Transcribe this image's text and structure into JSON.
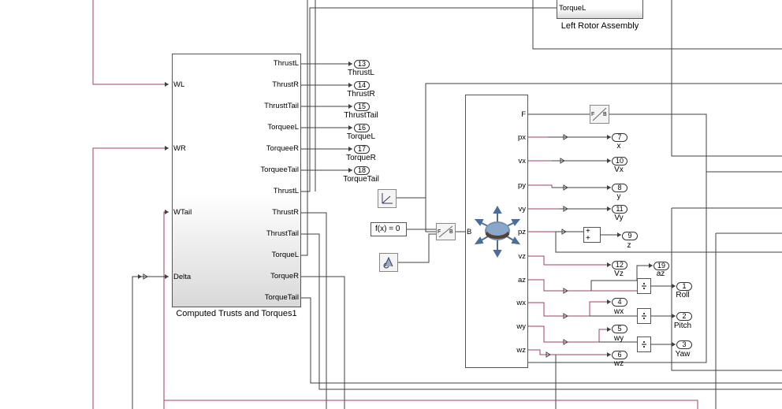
{
  "top_block": {
    "port": "TorqueL",
    "caption": "Left Rotor Assembly"
  },
  "computed_block": {
    "caption": "Computed Trusts and Torques1",
    "inputs": [
      "WL",
      "WR",
      "WTail",
      "Delta"
    ],
    "outputs": [
      "ThrustL",
      "ThrustR",
      "ThrusttTail",
      "TorqueeL",
      "TorqueeR",
      "TorqueeTail",
      "ThrustL",
      "ThrustR",
      "ThrustTail",
      "TorqueL",
      "TorqueR",
      "TorqueTail"
    ]
  },
  "outports_left": [
    {
      "num": "13",
      "label": "ThrustL"
    },
    {
      "num": "14",
      "label": "ThrustR"
    },
    {
      "num": "15",
      "label": "ThrustTail"
    },
    {
      "num": "16",
      "label": "TorqueL"
    },
    {
      "num": "17",
      "label": "TorqueR"
    },
    {
      "num": "18",
      "label": "TorqueTail"
    }
  ],
  "constraint_block": {
    "text": "f(x) = 0"
  },
  "converter_label": "F▷B",
  "sixdof_ports": {
    "input": "B",
    "outputs": [
      "F",
      "px",
      "vx",
      "py",
      "vy",
      "pz",
      "vz",
      "az",
      "wx",
      "wy",
      "wz"
    ]
  },
  "outports_right": [
    {
      "num": "7",
      "label": "x"
    },
    {
      "num": "10",
      "label": "Vx"
    },
    {
      "num": "8",
      "label": "y"
    },
    {
      "num": "11",
      "label": "Vy"
    },
    {
      "num": "9",
      "label": "z"
    },
    {
      "num": "12",
      "label": "Vz"
    },
    {
      "num": "19",
      "label": "az"
    },
    {
      "num": "1",
      "label": "Roll"
    },
    {
      "num": "4",
      "label": "wx"
    },
    {
      "num": "2",
      "label": "Pitch"
    },
    {
      "num": "5",
      "label": "wy"
    },
    {
      "num": "3",
      "label": "Yaw"
    },
    {
      "num": "6",
      "label": "wz"
    }
  ],
  "colors": {
    "wire": "#404040",
    "wire_signal": "#a04060",
    "block_border": "#555555"
  }
}
